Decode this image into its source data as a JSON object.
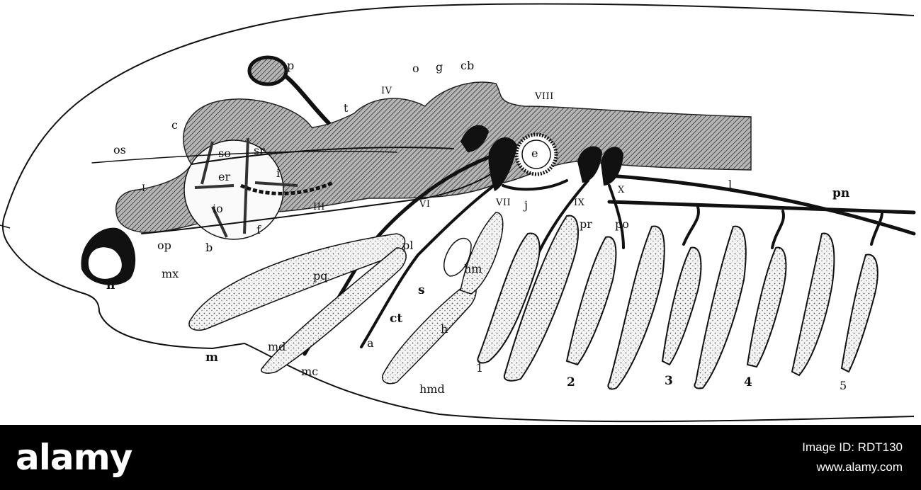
{
  "figure": {
    "labels": {
      "p": "p",
      "o": "o",
      "g": "g",
      "cb": "cb",
      "iv": "IV",
      "viii": "VIII",
      "t": "t",
      "c": "c",
      "os": "os",
      "so": "so",
      "sr": "sr",
      "e": "e",
      "er": "er",
      "i": "i",
      "one": "I",
      "io": "io",
      "f": "f",
      "iii": "III",
      "vi": "VI",
      "vii": "VII",
      "j": "j",
      "ix": "IX",
      "x": "X",
      "l": "l",
      "pn": "pn",
      "op": "op",
      "b": "b",
      "pl": "pl",
      "pr": "pr",
      "po": "po",
      "mx": "mx",
      "pq": "pq",
      "hm": "hm",
      "n": "n",
      "s": "s",
      "ct": "ct",
      "h": "h",
      "md": "md",
      "a": "a",
      "m": "m",
      "mc": "mc",
      "hmd": "hmd",
      "arch1": "1",
      "arch2": "2",
      "arch3": "3",
      "arch4": "4",
      "arch5": "5"
    }
  },
  "banner": {
    "logo": "alamy",
    "image_id": "Image ID: RDT130",
    "site_url": "www.alamy.com"
  },
  "colors": {
    "ink": "#111111",
    "banner": "#000000",
    "paper": "#ffffff",
    "hatch_fill": "#9a9a9a"
  }
}
